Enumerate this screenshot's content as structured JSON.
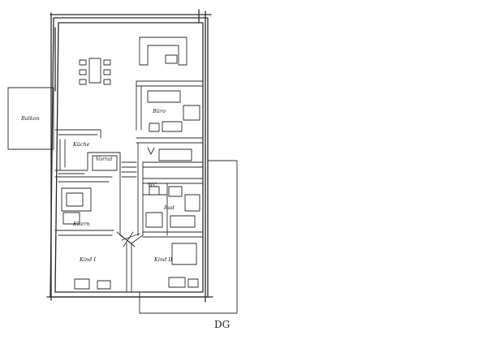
{
  "rooms": {
    "buero": "Büro",
    "kueche": "Küche",
    "vorrat": "Vorrat",
    "wc": "WC",
    "bad": "Bad",
    "eltern": "Eltern",
    "kind1": "Kind I",
    "kind2": "Kind II",
    "balkon": "Balkon"
  },
  "floor_label": "DG"
}
